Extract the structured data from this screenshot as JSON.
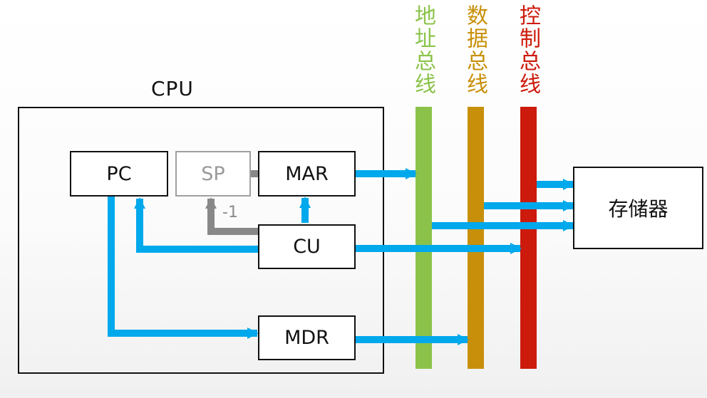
{
  "cpu": {
    "label": "CPU"
  },
  "registers": {
    "pc": "PC",
    "sp": "SP",
    "mar": "MAR",
    "cu": "CU",
    "mdr": "MDR"
  },
  "decrement_label": "-1",
  "buses": {
    "address": {
      "label": "地址总线",
      "color": "#8bc34a"
    },
    "data": {
      "label": "数据总线",
      "color": "#c8900a"
    },
    "control": {
      "label": "控制总线",
      "color": "#cc1a0c"
    }
  },
  "memory": {
    "label": "存储器"
  },
  "colors": {
    "arrow": "#00a8ec",
    "sp_arrow": "#888888",
    "border": "#111111"
  }
}
